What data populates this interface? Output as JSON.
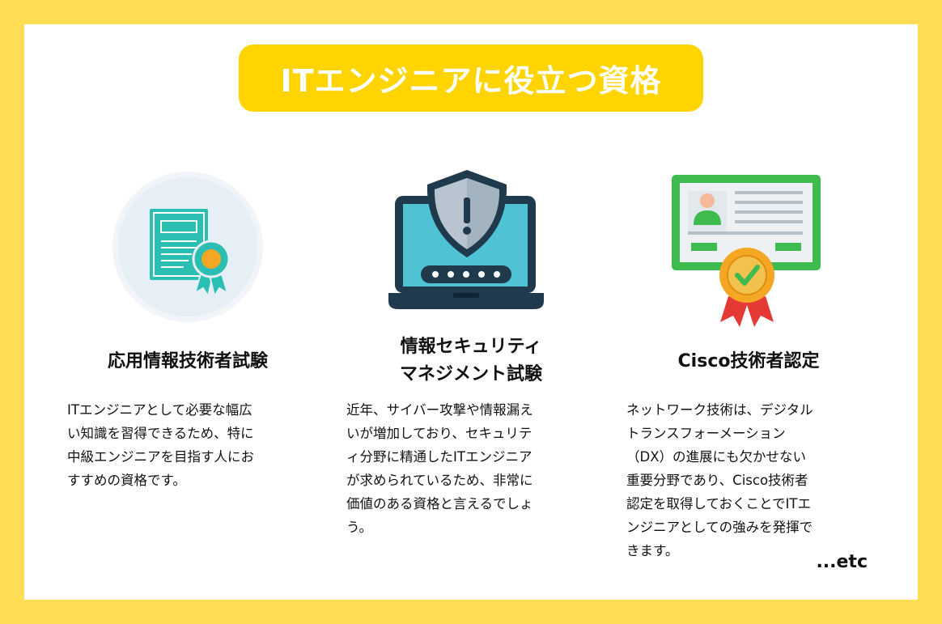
{
  "title": "ITエンジニアに役立つ資格",
  "columns": [
    {
      "heading_lines": [
        "応用情報技術者試験"
      ],
      "body_lines": [
        "ITエンジニアとして必要な幅広",
        "い知識を習得できるため、特に",
        "中級エンジニアを目指す人にお",
        "すすめの資格です。"
      ],
      "icon": "certificate-ribbon-icon"
    },
    {
      "heading_lines": [
        "情報セキュリティ",
        "マネジメント試験"
      ],
      "body_lines": [
        "近年、サイバー攻撃や情報漏え",
        "いが増加しており、セキュリテ",
        "ィ分野に精通したITエンジニア",
        "が求められているため、非常に",
        "価値のある資格と言えるでしょ",
        "う。"
      ],
      "icon": "laptop-security-shield-icon"
    },
    {
      "heading_lines": [
        "Cisco技術者認定"
      ],
      "body_lines": [
        "ネットワーク技術は、デジタル",
        "トランスフォーメーション",
        "（DX）の進展にも欠かせない",
        "重要分野であり、Cisco技術者",
        "認定を取得しておくことでITエ",
        "ンジニアとしての強みを発揮で",
        "きます。"
      ],
      "icon": "id-card-badge-icon"
    }
  ],
  "etc_label": "...etc",
  "colors": {
    "frame": "#FFDD55",
    "title_badge": "#FFD400",
    "teal": "#2BBFB3",
    "green": "#3DBB4F",
    "orange": "#F5A623"
  }
}
